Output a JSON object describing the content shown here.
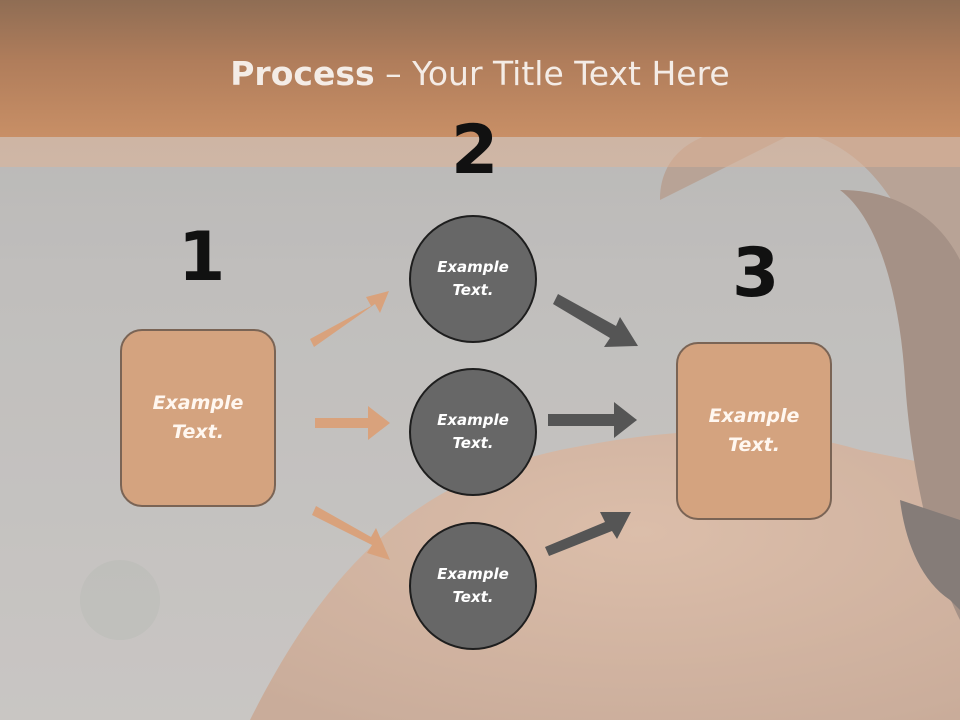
{
  "title": {
    "bold": "Process",
    "rest": " – Your Title Text Here"
  },
  "steps": {
    "one": "1",
    "two": "2",
    "three": "3"
  },
  "nodes": {
    "left_box": "Example\nText.",
    "circle_top": "Example\nText.",
    "circle_middle": "Example\nText.",
    "circle_bottom": "Example\nText.",
    "right_box": "Example\nText."
  },
  "colors": {
    "title_band": "#c88f66",
    "box_fill": "#d4a37f",
    "circle_fill": "#676767",
    "arrow_left": "#d9a27c",
    "arrow_right": "#555555"
  }
}
